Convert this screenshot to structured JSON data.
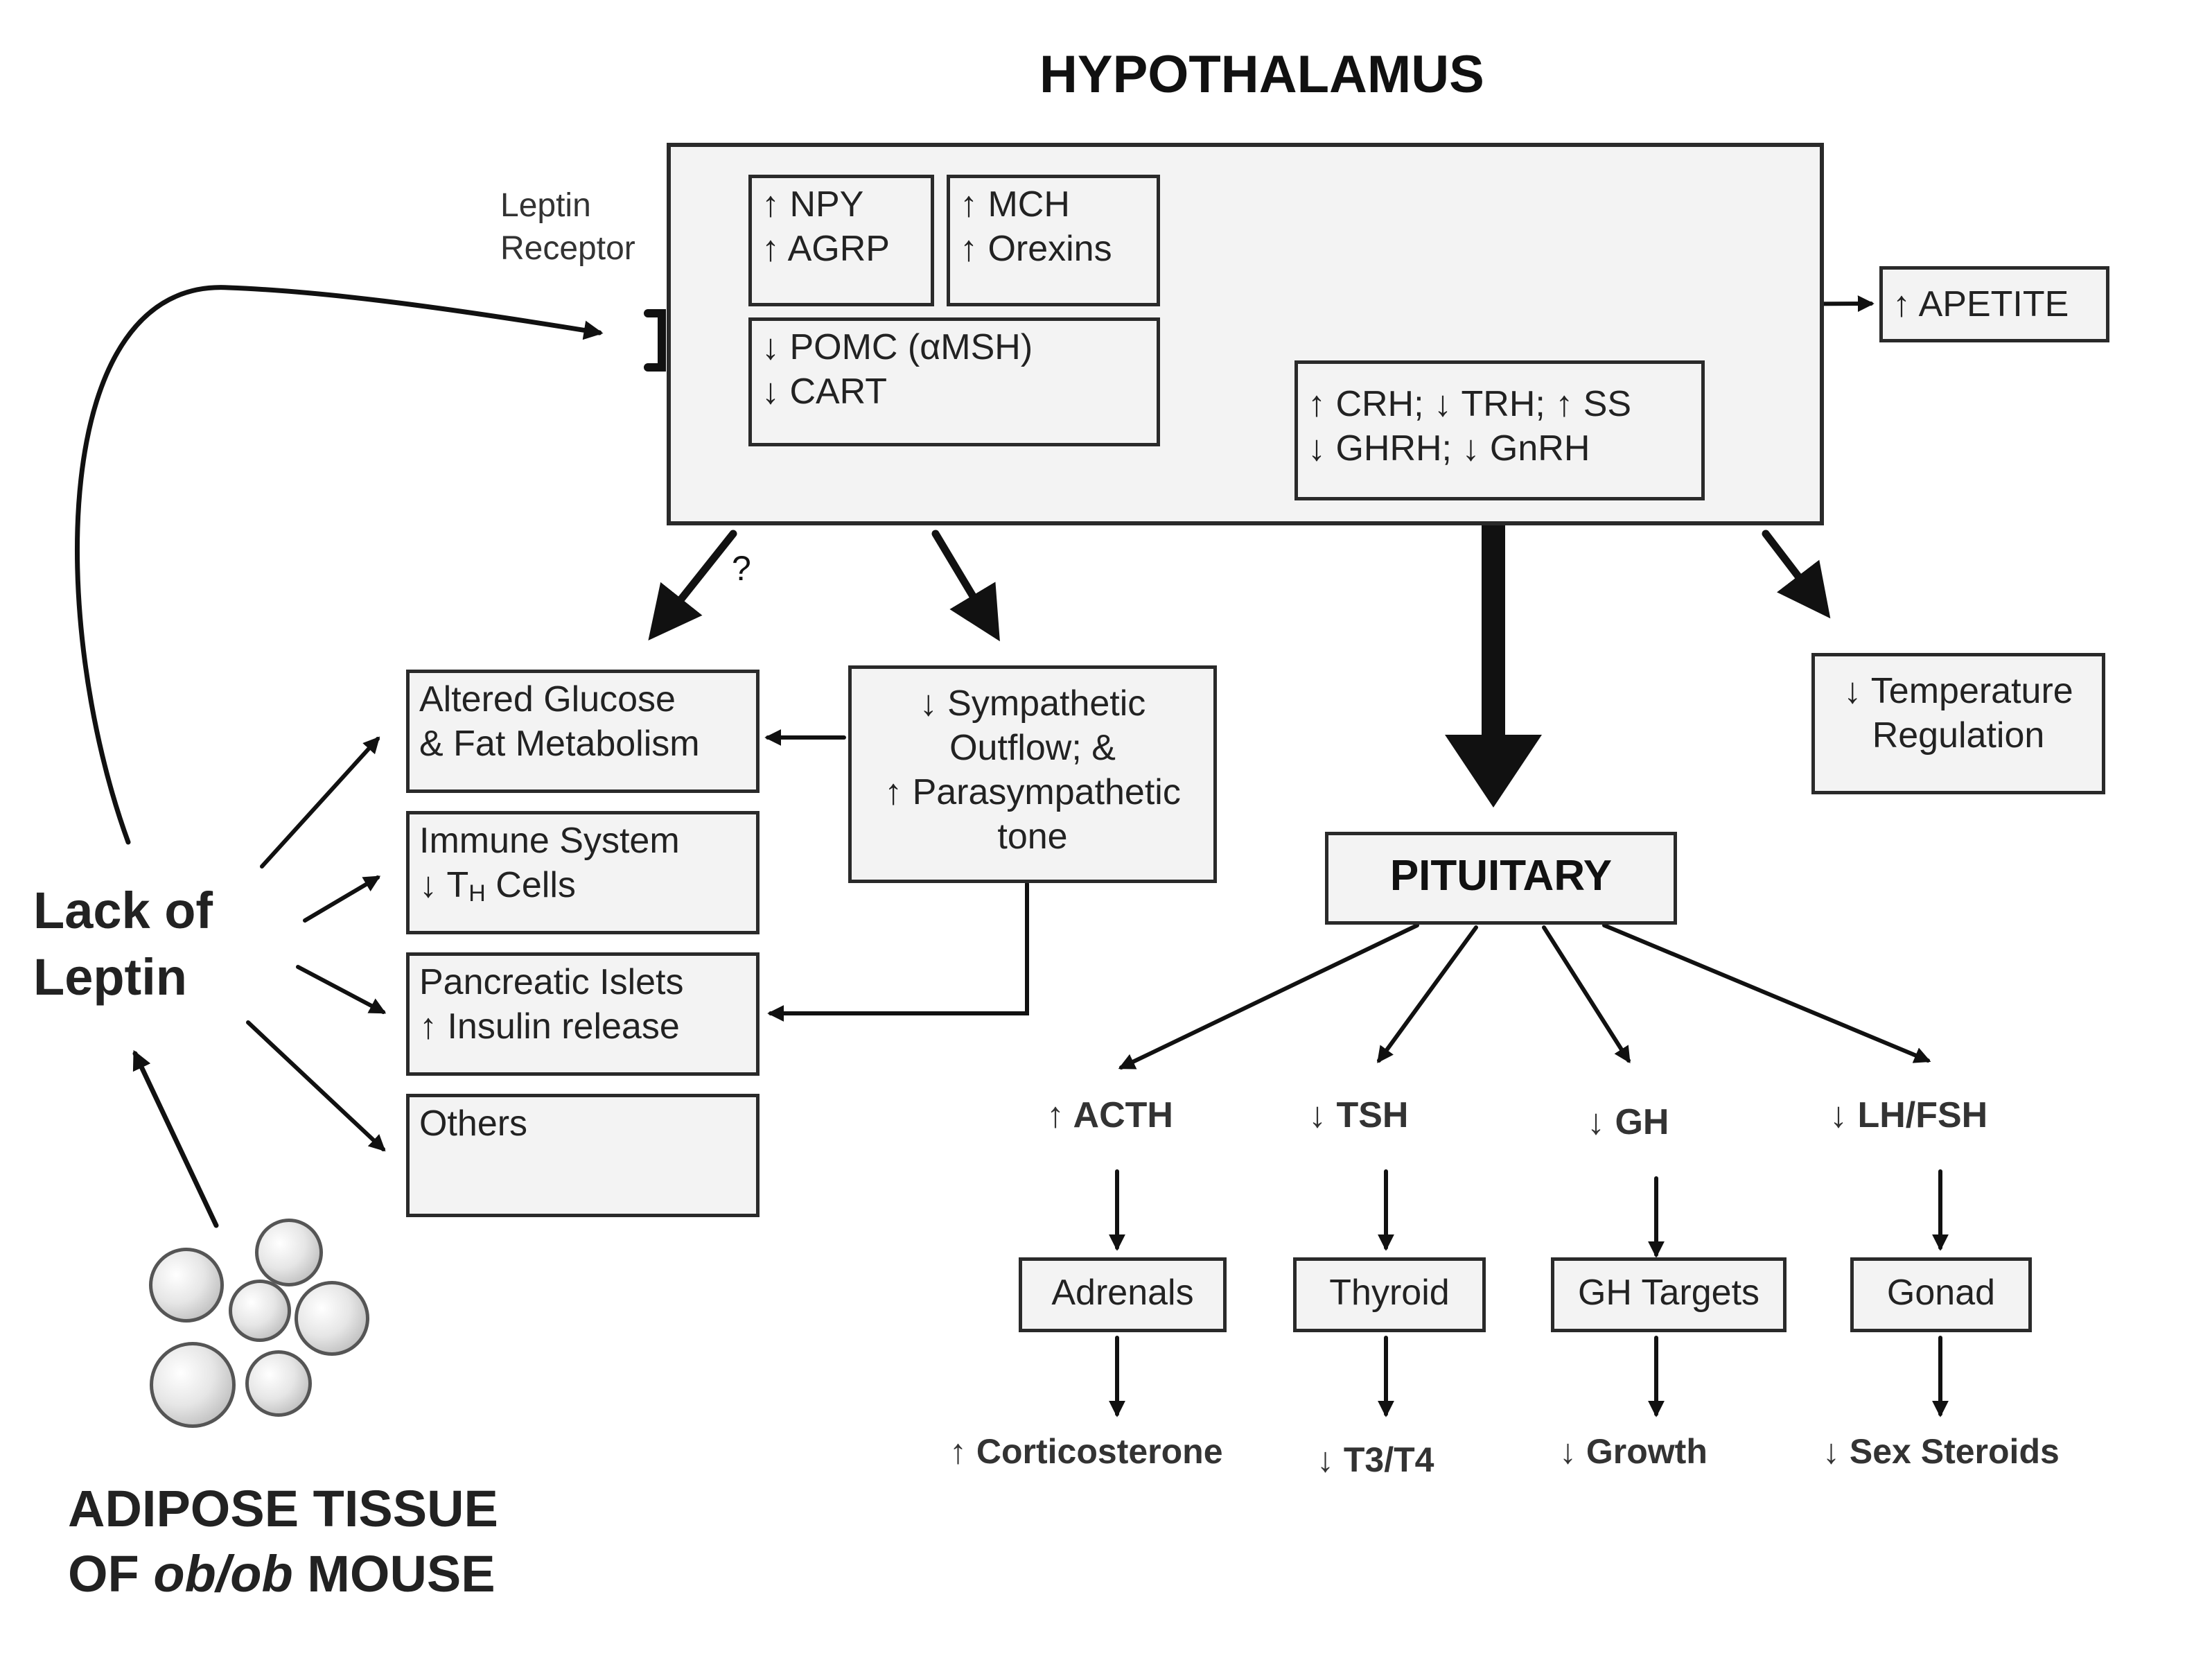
{
  "hypothalamus": {
    "title": "HYPOTHALAMUS",
    "leptin_receptor": [
      "Leptin",
      "Receptor"
    ],
    "npy_agrp": [
      "↑ NPY",
      "↑ AGRP"
    ],
    "mch_orexins": [
      "↑ MCH",
      "↑ Orexins"
    ],
    "pomc_cart": [
      "↓ POMC (αMSH)",
      "↓ CART"
    ],
    "releasing_hormones": [
      "↑ CRH; ↓ TRH; ↑ SS",
      "↓ GHRH; ↓ GnRH"
    ]
  },
  "appetite": "↑ APETITE",
  "question_mark": "?",
  "temperature": [
    "↓ Temperature",
    "Regulation"
  ],
  "autonomic": [
    "↓ Sympathetic",
    "Outflow; &",
    "↑ Parasympathetic",
    "tone"
  ],
  "peripheral_boxes": {
    "glucose": [
      "Altered Glucose",
      "& Fat Metabolism"
    ],
    "immune_line1": "Immune System",
    "immune_line2_prefix": "↓ T",
    "immune_line2_sub": "H",
    "immune_line2_suffix": " Cells",
    "pancreas": [
      "Pancreatic Islets",
      "↑ Insulin release"
    ],
    "others": "Others"
  },
  "lack_of_leptin": [
    "Lack of",
    "Leptin"
  ],
  "adipose": {
    "line1": "ADIPOSE TISSUE",
    "line2_prefix": "OF ",
    "line2_italic": "ob/ob",
    "line2_suffix": " MOUSE"
  },
  "pituitary": {
    "title": "PITUITARY",
    "columns": [
      {
        "hormone": "↑ ACTH",
        "target": "Adrenals",
        "effect": "↑ Corticosterone"
      },
      {
        "hormone": "↓ TSH",
        "target": "Thyroid",
        "effect": "↓ T3/T4"
      },
      {
        "hormone": "↓ GH",
        "target": "GH Targets",
        "effect": "↓ Growth"
      },
      {
        "hormone": "↓ LH/FSH",
        "target": "Gonad",
        "effect": "↓ Sex Steroids"
      }
    ]
  }
}
